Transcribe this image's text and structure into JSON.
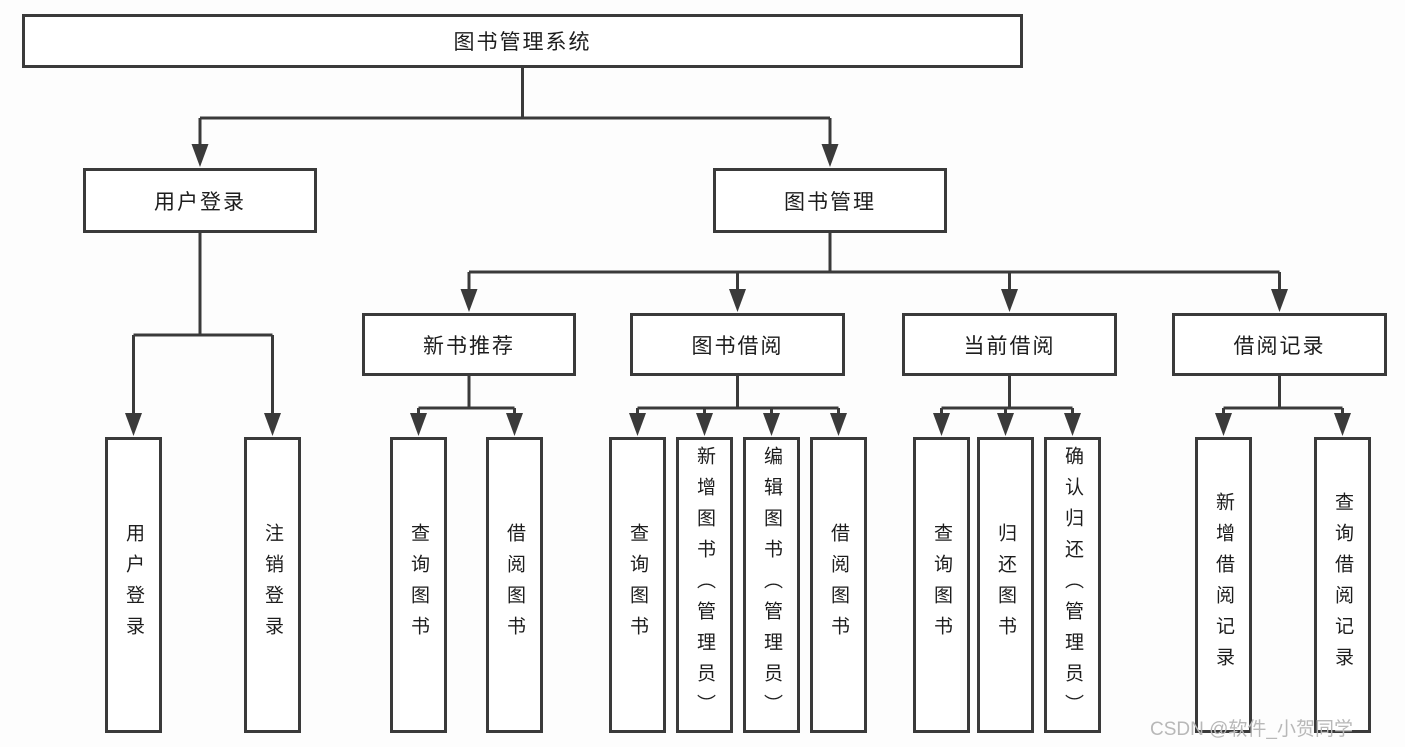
{
  "title": "图书管理系统",
  "watermark": "CSDN @软件_小贺同学",
  "colors": {
    "line": "#3a3a3a",
    "box_border": "#3a3a3a",
    "box_background": "#ffffff",
    "text": "#1d1d1d",
    "watermark": "#b8b8b8",
    "page_background": "#fdfdfd"
  },
  "nodes": {
    "root": "图书管理系统",
    "level2": [
      "用户登录",
      "图书管理"
    ],
    "level3": [
      "新书推荐",
      "图书借阅",
      "当前借阅",
      "借阅记录"
    ],
    "leaves": {
      "user_login": [
        "用户登录",
        "注销登录"
      ],
      "new_book_recommend": [
        "查询图书",
        "借阅图书"
      ],
      "book_borrow": [
        "查询图书",
        "新增图书（管理员）",
        "编辑图书（管理员）",
        "借阅图书"
      ],
      "current_borrow": [
        "查询图书",
        "归还图书",
        "确认归还（管理员）"
      ],
      "borrow_records": [
        "新增借阅记录",
        "查询借阅记录"
      ]
    }
  }
}
